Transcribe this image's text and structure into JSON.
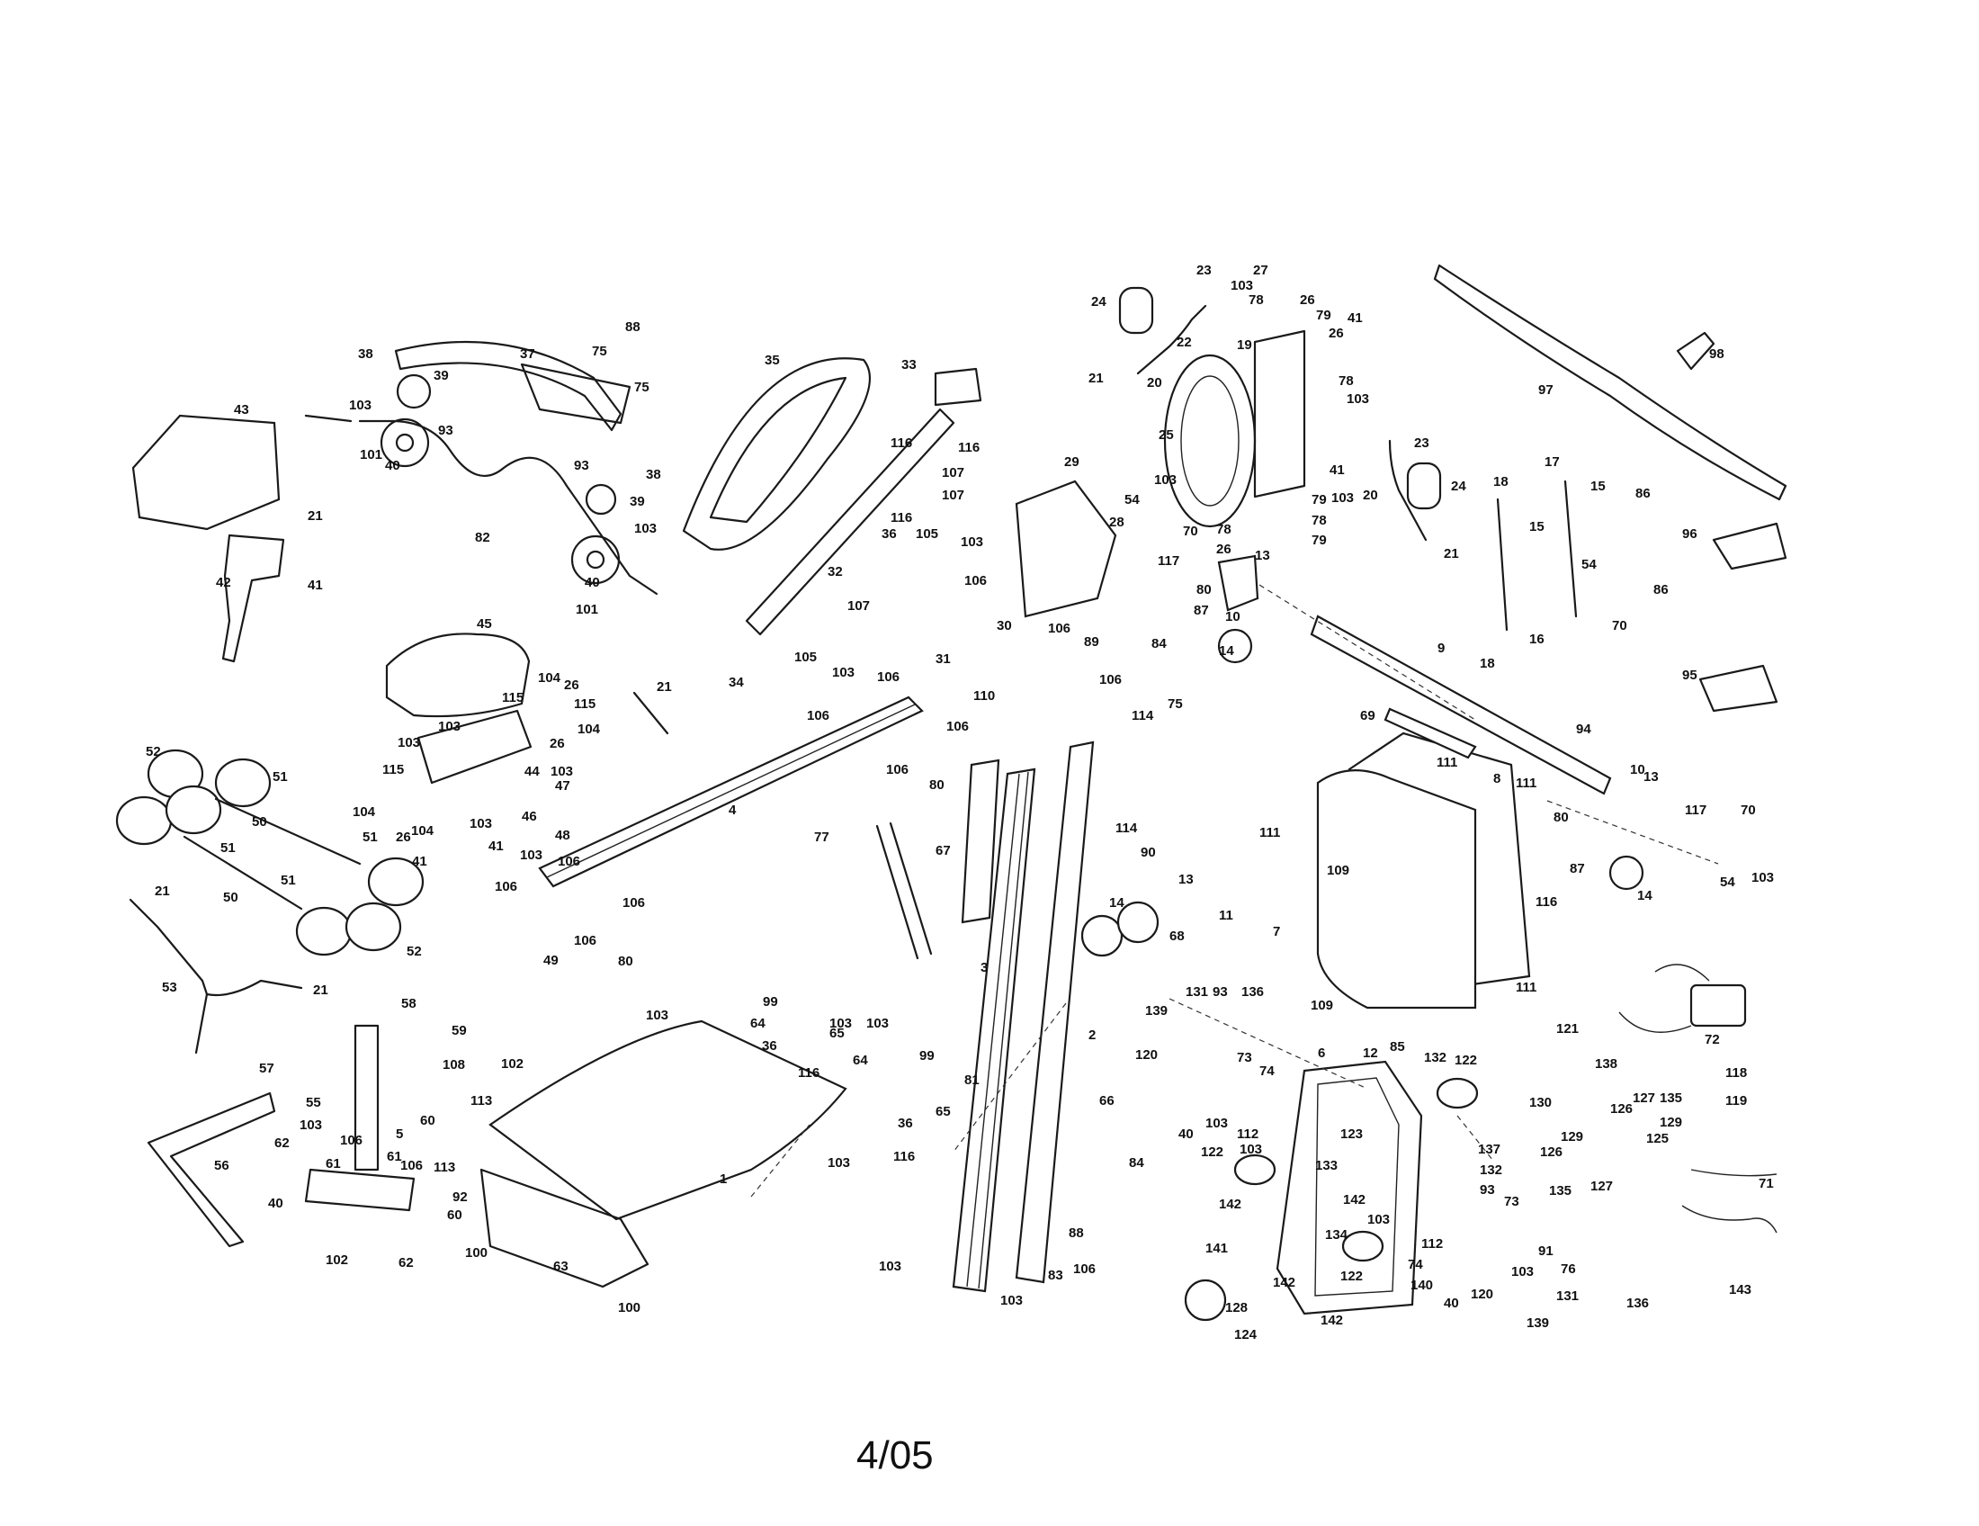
{
  "page": {
    "date_code": "4/05"
  },
  "callouts": [
    "1",
    "2",
    "3",
    "4",
    "5",
    "6",
    "7",
    "8",
    "9",
    "10",
    "11",
    "12",
    "13",
    "14",
    "15",
    "16",
    "17",
    "18",
    "19",
    "20",
    "21",
    "22",
    "23",
    "24",
    "25",
    "26",
    "27",
    "28",
    "29",
    "30",
    "31",
    "32",
    "33",
    "34",
    "35",
    "36",
    "37",
    "38",
    "39",
    "40",
    "41",
    "42",
    "43",
    "44",
    "45",
    "46",
    "47",
    "48",
    "49",
    "50",
    "51",
    "52",
    "53",
    "54",
    "55",
    "56",
    "57",
    "58",
    "59",
    "60",
    "61",
    "62",
    "63",
    "64",
    "65",
    "66",
    "67",
    "68",
    "69",
    "70",
    "71",
    "72",
    "73",
    "74",
    "75",
    "76",
    "77",
    "78",
    "79",
    "80",
    "81",
    "82",
    "83",
    "84",
    "85",
    "86",
    "87",
    "88",
    "89",
    "90",
    "91",
    "92",
    "93",
    "94",
    "95",
    "96",
    "97",
    "98",
    "99",
    "100",
    "101",
    "102",
    "103",
    "104",
    "105",
    "106",
    "107",
    "108",
    "109",
    "110",
    "111",
    "112",
    "113",
    "114",
    "115",
    "116",
    "117",
    "118",
    "119",
    "120",
    "121",
    "122",
    "123",
    "124",
    "125",
    "126",
    "127",
    "128",
    "129",
    "130",
    "131",
    "132",
    "133",
    "134",
    "135",
    "136",
    "137",
    "138",
    "139",
    "140",
    "141",
    "142",
    "143"
  ]
}
